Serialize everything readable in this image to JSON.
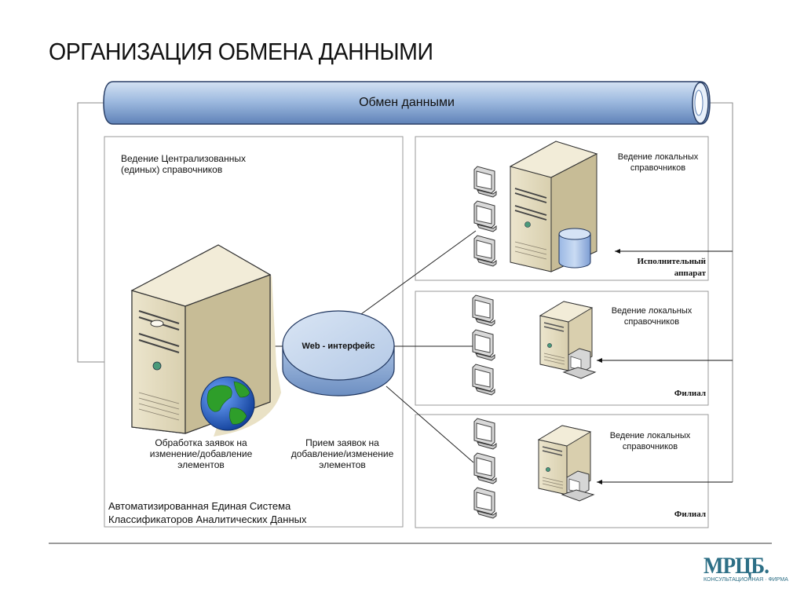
{
  "title": "ОРГАНИЗАЦИЯ ОБМЕНА ДАННЫМИ",
  "pipe_label": "Обмен данными",
  "central": {
    "catalogs": "Ведение Централизованных (единых) справочников",
    "processing": "Обработка заявок на изменение/добавление элементов",
    "receiving": "Прием заявок на добавление/изменение элементов",
    "system_name_line1": "Автоматизированная Единая Система",
    "system_name_line2": "Классификаторов Аналитических Данных"
  },
  "web_interface": "Web - интерфейс",
  "nodes": [
    {
      "label": "Ведение локальных справочников",
      "caption_line1": "Исполнительный",
      "caption_line2": "аппарат"
    },
    {
      "label": "Ведение локальных справочников",
      "caption_line1": "Филиал",
      "caption_line2": ""
    },
    {
      "label": "Ведение локальных справочников",
      "caption_line1": "Филиал",
      "caption_line2": ""
    }
  ],
  "logo": {
    "name": "МРЦБ.",
    "tagline": "КОНСУЛЬТАЦИОННАЯ · ФИРМА"
  },
  "colors": {
    "pipe": "#a9c3e3",
    "pipe_dark": "#5b7fb4",
    "server_body": "#e8e0c6",
    "server_shadow": "#c8bf9e",
    "globe_blue": "#1b5fc8",
    "globe_green": "#2e9e2a",
    "panel_border": "#9a9a9a",
    "logo": "#2d6f86"
  }
}
